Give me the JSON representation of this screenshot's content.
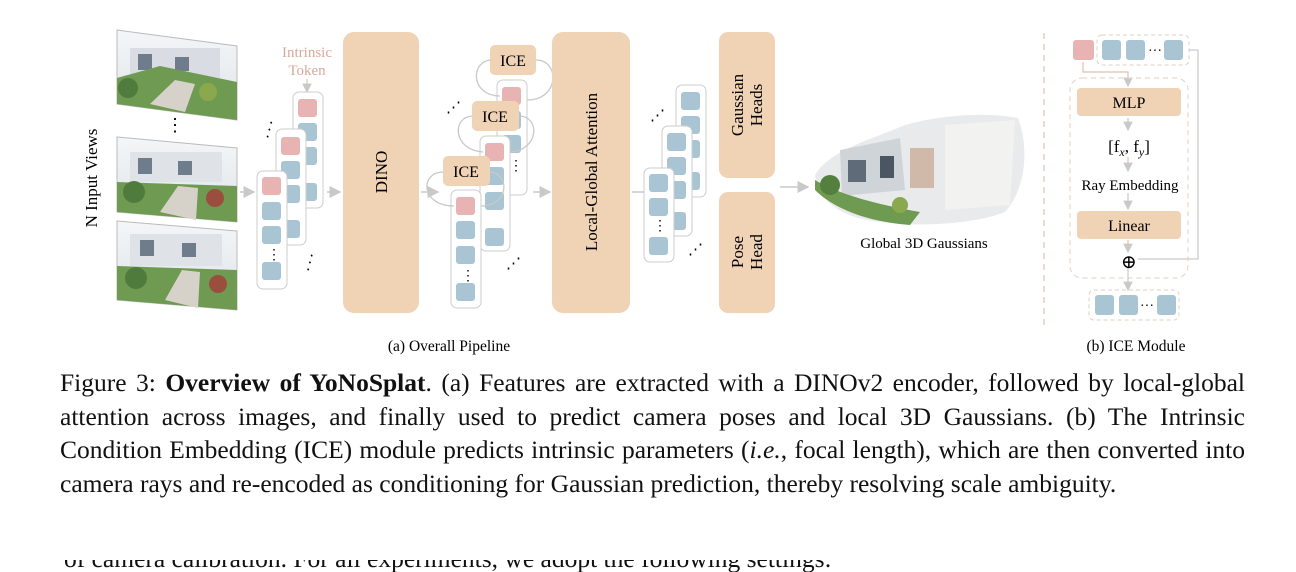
{
  "pipeline": {
    "input_label": "N Input Views",
    "intrinsic_token_line1": "Intrinsic",
    "intrinsic_token_line2": "Token",
    "dino": "DINO",
    "ice": "ICE",
    "local_global": "Local-Global Attention",
    "gaussian_heads_line1": "Gaussian",
    "gaussian_heads_line2": "Heads",
    "pose_head_line1": "Pose",
    "pose_head_line2": "Head",
    "output_label": "Global 3D Gaussians",
    "subcaption": "(a) Overall Pipeline"
  },
  "ice_module": {
    "mlp": "MLP",
    "focal": "[f",
    "focal_sub_x": "x",
    "focal_mid": ", f",
    "focal_sub_y": "y",
    "focal_end": "]",
    "ray_embedding": "Ray Embedding",
    "linear": "Linear",
    "plus": "⊕",
    "subcaption": "(b) ICE Module"
  },
  "caption": {
    "figure_num": "Figure 3: ",
    "title": "Overview of YoNoSplat",
    "part1": ". (a) Features are extracted with a DINOv2 encoder, followed by local-global attention across images, and finally used to predict camera poses and local 3D Gaussians. (b) The Intrinsic Condition Embedding (ICE) module predicts intrinsic parameters (",
    "ie": "i.e.",
    "part2": ", focal length), which are then converted into camera rays and re-encoded as conditioning for Gaussian prediction, thereby resolving scale ambiguity."
  },
  "trailing_text": "of camera calibration. For all experiments, we adopt the following settings:",
  "colors": {
    "block": "#f0d2b5",
    "token_blue": "#a9c5d3",
    "token_pink": "#e8b3b3",
    "intrinsic_text": "#d8a99a",
    "line": "#c9c9c9"
  }
}
